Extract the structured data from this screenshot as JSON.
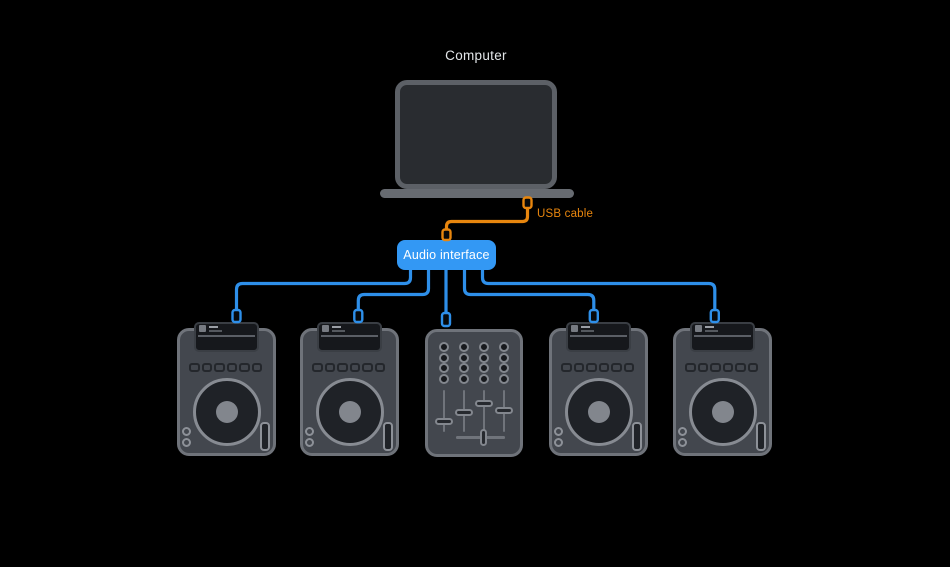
{
  "title": "DJ equipment connection diagram",
  "labels": {
    "computer": "Computer",
    "usb_cable": "USB cable",
    "audio_interface": "Audio interface"
  },
  "colors": {
    "bg": "#000000",
    "cable_blue": "#2e8fe9",
    "interface_blue": "#3398f4",
    "interface_label": "#ffffff",
    "cable_orange": "#e8860e",
    "computer_label": "#e3e6e9",
    "laptop_frame": "#5c6066",
    "laptop_screen": "#292c30",
    "laptop_base": "#676b71",
    "device_body": "#43474e",
    "device_border": "#6f737a",
    "display_bg": "#16181c",
    "display_border": "#3a3e44",
    "jog_ring": "#878b92",
    "jog_fill": "#1f2227"
  },
  "diagram": {
    "type": "connection-diagram",
    "nodes": [
      {
        "id": "computer",
        "label": "Computer",
        "kind": "laptop"
      },
      {
        "id": "audio-interface",
        "label": "Audio interface",
        "kind": "audio-interface"
      },
      {
        "id": "cdj-1",
        "label": "",
        "kind": "dj-player"
      },
      {
        "id": "cdj-2",
        "label": "",
        "kind": "dj-player"
      },
      {
        "id": "mixer",
        "label": "",
        "kind": "dj-mixer"
      },
      {
        "id": "cdj-4",
        "label": "",
        "kind": "dj-player"
      },
      {
        "id": "cdj-5",
        "label": "",
        "kind": "dj-player"
      }
    ],
    "edges": [
      {
        "from": "computer",
        "to": "audio-interface",
        "label": "USB cable",
        "color": "orange"
      },
      {
        "from": "audio-interface",
        "to": "cdj-1",
        "label": "",
        "color": "blue"
      },
      {
        "from": "audio-interface",
        "to": "cdj-2",
        "label": "",
        "color": "blue"
      },
      {
        "from": "audio-interface",
        "to": "mixer",
        "label": "",
        "color": "blue"
      },
      {
        "from": "audio-interface",
        "to": "cdj-4",
        "label": "",
        "color": "blue"
      },
      {
        "from": "audio-interface",
        "to": "cdj-5",
        "label": "",
        "color": "blue"
      }
    ]
  }
}
